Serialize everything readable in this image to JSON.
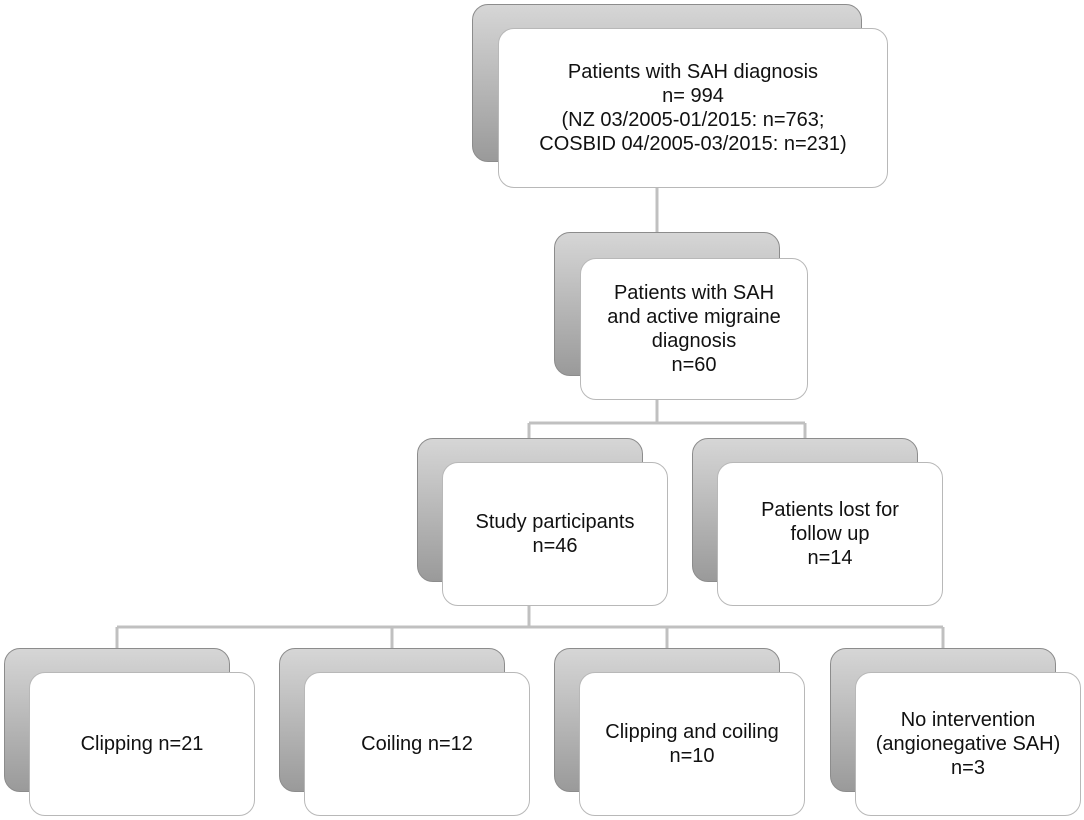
{
  "colors": {
    "connector": "#c0c0c0",
    "shadow_top": "#d6d6d6",
    "shadow_bottom": "#9a9a9a",
    "card_fill": "#ffffff",
    "card_border": "#b8b8b8",
    "text": "#111111"
  },
  "nodes": {
    "sah_diagnosis": {
      "lines": [
        "Patients with SAH diagnosis",
        "n= 994",
        "(NZ 03/2005-01/2015: n=763;",
        "COSBID 04/2005-03/2015: n=231)"
      ]
    },
    "active_migraine": {
      "lines": [
        "Patients with SAH",
        "and active migraine",
        "diagnosis",
        "n=60"
      ]
    },
    "study_participants": {
      "lines": [
        "Study participants",
        "n=46"
      ]
    },
    "lost_follow_up": {
      "lines": [
        "Patients lost for",
        "follow up",
        "n=14"
      ]
    },
    "clipping": {
      "lines": [
        "Clipping n=21"
      ]
    },
    "coiling": {
      "lines": [
        "Coiling n=12"
      ]
    },
    "clipping_coiling": {
      "lines": [
        "Clipping and coiling",
        "n=10"
      ]
    },
    "no_intervention": {
      "lines": [
        "No intervention",
        "(angionegative SAH)",
        "n=3"
      ]
    }
  }
}
